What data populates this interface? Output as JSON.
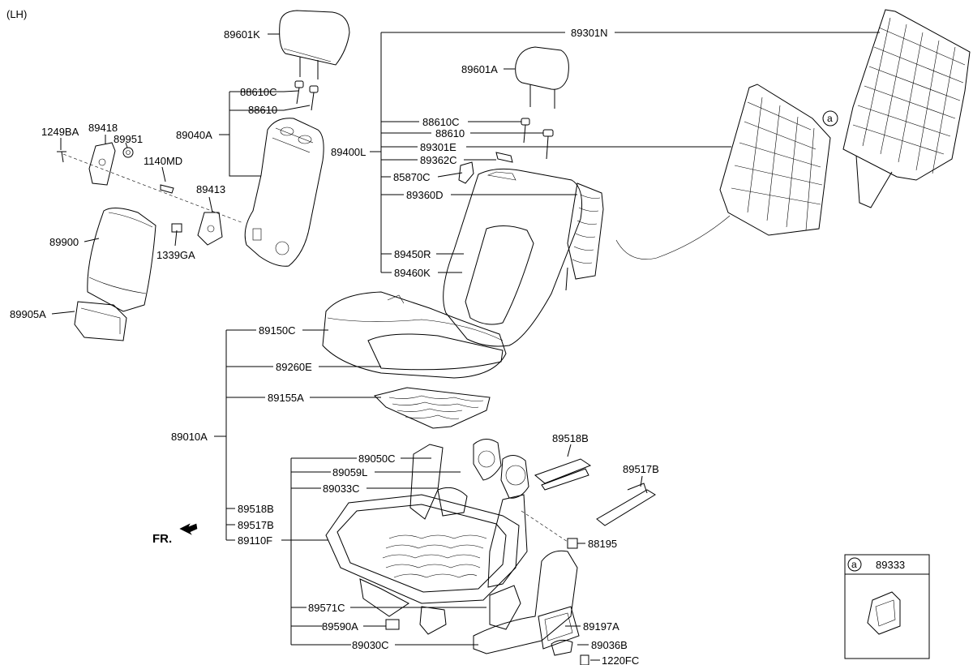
{
  "header": {
    "side_label": "(LH)"
  },
  "front_marker": {
    "label": "FR."
  },
  "inset": {
    "circle_letter": "a",
    "part_number": "89333"
  },
  "callout_marker": "a",
  "labels": {
    "p89601K": "89601K",
    "p88610C_l": "88610C",
    "p88610_l": "88610",
    "p89040A": "89040A",
    "p1249BA": "1249BA",
    "p89418": "89418",
    "p89951": "89951",
    "p1140MD": "1140MD",
    "p89413": "89413",
    "p89900": "89900",
    "p1339GA": "1339GA",
    "p89905A": "89905A",
    "p89301N": "89301N",
    "p89601A": "89601A",
    "p88610C_r": "88610C",
    "p88610_r": "88610",
    "p89400L": "89400L",
    "p89301E": "89301E",
    "p89362C": "89362C",
    "p85870C": "85870C",
    "p89360D": "89360D",
    "p89450R": "89450R",
    "p89460K": "89460K",
    "p89150C": "89150C",
    "p89260E": "89260E",
    "p89155A": "89155A",
    "p89010A": "89010A",
    "p89518B_l": "89518B",
    "p89517B_l": "89517B",
    "p89110F": "89110F",
    "p89050C": "89050C",
    "p89059L": "89059L",
    "p89033C": "89033C",
    "p89518B_r": "89518B",
    "p89517B_r": "89517B",
    "p88195": "88195",
    "p89571C": "89571C",
    "p89590A": "89590A",
    "p89030C": "89030C",
    "p89197A": "89197A",
    "p89036B": "89036B",
    "p1220FC": "1220FC"
  }
}
